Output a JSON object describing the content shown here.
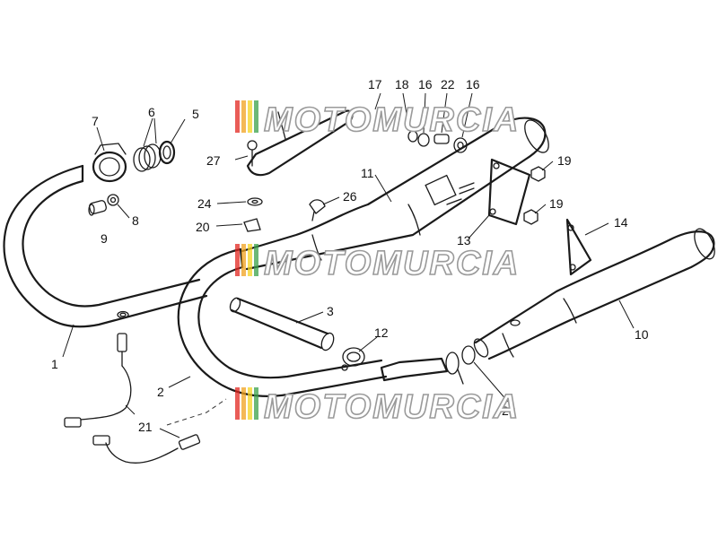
{
  "watermark": {
    "text": "MOTOMURCIA",
    "stripe_colors": [
      "#e2261f",
      "#f0a21e",
      "#f4d320",
      "#3aa04a"
    ]
  },
  "labels": {
    "p1": "1",
    "p2": "2",
    "p3": "3",
    "p5": "5",
    "p6": "6",
    "p7": "7",
    "p8": "8",
    "p9": "9",
    "p10": "10",
    "p11": "11",
    "p12": "12",
    "p13": "13",
    "p14": "14",
    "p16a": "16",
    "p16b": "16",
    "p17": "17",
    "p18": "18",
    "p19a": "19",
    "p19b": "19",
    "p20": "20",
    "p21": "21",
    "p22": "22",
    "p23": "23",
    "p24": "24",
    "p26": "26",
    "p27": "27"
  }
}
